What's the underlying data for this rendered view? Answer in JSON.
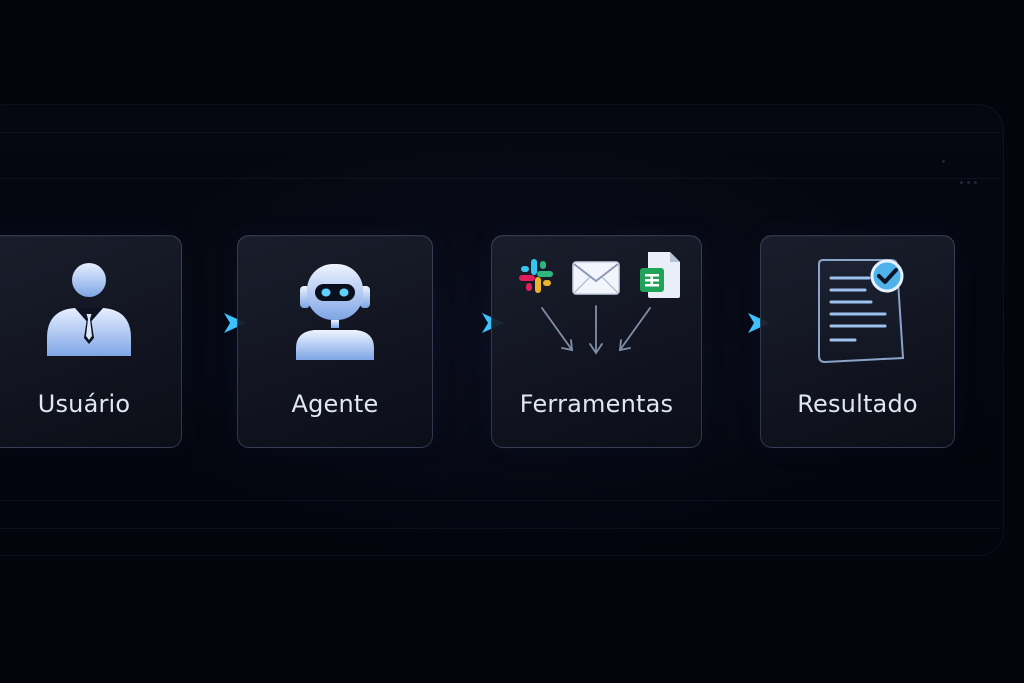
{
  "steps": [
    {
      "label": "Usuário",
      "icon": "user-icon"
    },
    {
      "label": "Agente",
      "icon": "robot-icon"
    },
    {
      "label": "Ferramentas",
      "icon": "tools-icon",
      "tool_icons": [
        "slack-icon",
        "mail-icon",
        "sheets-icon"
      ]
    },
    {
      "label": "Resultado",
      "icon": "document-check-icon"
    }
  ],
  "colors": {
    "background": "#04040d",
    "card_border": "#6e82a5",
    "arrow": "#3fc4ff",
    "label_text": "#dfe7f2",
    "icon_gradient_light": "#e6efff",
    "icon_gradient_dark": "#6d9ae0",
    "check_badge": "#4fb3ea"
  }
}
